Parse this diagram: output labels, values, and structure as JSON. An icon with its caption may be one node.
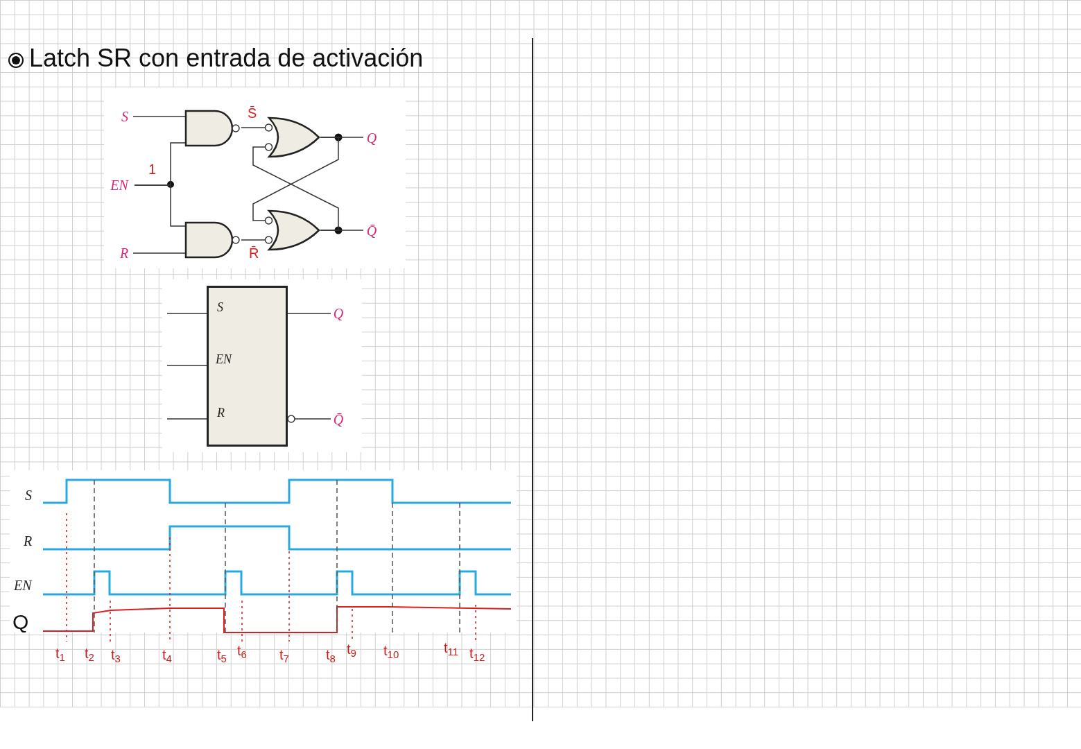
{
  "diagram": {
    "title": "Latch SR con entrada de activación",
    "nodes": [
      {
        "text": [
          "S"
        ]
      },
      {
        "text": [
          "EN"
        ]
      },
      {
        "text": [
          "R"
        ]
      },
      {
        "text": [],
        "shape": "nand"
      },
      {
        "text": [],
        "shape": "nand"
      },
      {
        "text": [],
        "shape": "or"
      },
      {
        "text": [],
        "shape": "or"
      },
      {
        "text": [
          "Q"
        ]
      },
      {
        "text": [
          "Q̄"
        ]
      },
      {
        "text": [
          "S",
          "EN",
          "R"
        ]
      },
      {
        "text": [
          "Q"
        ]
      },
      {
        "text": [
          "Q̄"
        ]
      }
    ],
    "edges": [
      {
        "from": 0,
        "to": 3,
        "arrow": "none"
      },
      {
        "from": 1,
        "to": 3,
        "arrow": "none"
      },
      {
        "from": 1,
        "to": 4,
        "arrow": "none"
      },
      {
        "from": 2,
        "to": 4,
        "arrow": "none"
      },
      {
        "from": 3,
        "to": 5,
        "arrow": "none",
        "label": "S̄"
      },
      {
        "from": 4,
        "to": 6,
        "arrow": "none",
        "label": "R̄"
      },
      {
        "from": 5,
        "to": 7,
        "arrow": "none"
      },
      {
        "from": 6,
        "to": 8,
        "arrow": "none"
      },
      {
        "from": 5,
        "to": 6,
        "arrow": "none"
      },
      {
        "from": 6,
        "to": 5,
        "arrow": "none"
      },
      {
        "from": null,
        "to": 9,
        "arrow": "none"
      },
      {
        "from": null,
        "to": 9,
        "arrow": "none"
      },
      {
        "from": null,
        "to": 9,
        "arrow": "none"
      },
      {
        "from": 9,
        "to": 10,
        "arrow": "none"
      },
      {
        "from": 9,
        "to": 11,
        "arrow": "other"
      }
    ],
    "labels": [
      "1",
      "S",
      "R",
      "EN",
      "Q",
      "t$_{1}$",
      "t$_{2}$",
      "t$_{3}$",
      "t$_{4}$",
      "t$_{5}$",
      "t$_{6}$",
      "t$_{7}$",
      "t$_{8}$",
      "t$_{9}$",
      "t$_{10}$",
      "t$_{11}$",
      "t$_{12}$"
    ]
  }
}
